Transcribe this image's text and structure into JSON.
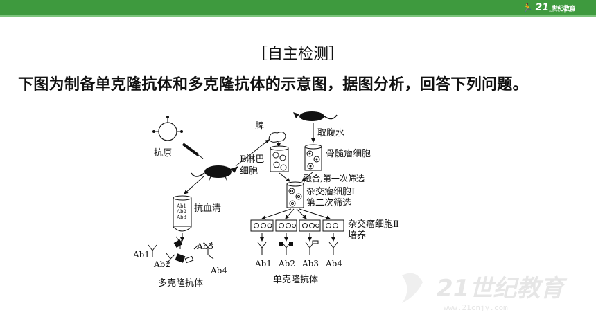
{
  "header": {
    "logo_mark": "21",
    "logo_text": "世纪教育",
    "logo_sub": "www.21cnjy.com",
    "bar_color": "#3e9a3e"
  },
  "section_title": "［自主检测］",
  "question": "下图为制备单克隆抗体和多克隆抗体的示意图，据图分析，回答下列问题。",
  "diagram": {
    "antigen": "抗原",
    "spleen": "脾",
    "ascites": "取腹水",
    "b_cell_1": "B淋巴",
    "b_cell_2": "细胞",
    "myeloma": "骨髓瘤细胞",
    "fusion": "融合,第一次筛选",
    "hybridoma1": "杂交瘤细胞Ⅰ",
    "screen2": "第二次筛选",
    "hybridoma2": "杂交瘤细胞Ⅱ",
    "culture": "培养",
    "antiserum": "抗血清",
    "tube_ab": [
      "Ab1",
      "Ab2",
      "Ab3",
      "……"
    ],
    "poly_ab": [
      "Ab1",
      "Ab2",
      "Ab3",
      "Ab4"
    ],
    "mono_ab": [
      "Ab1",
      "Ab2",
      "Ab3",
      "Ab4"
    ],
    "polyclonal": "多克隆抗体",
    "monoclonal": "单克隆抗体"
  },
  "watermark": {
    "mark": "21世纪教育",
    "sub": "www.21cnjy.com"
  }
}
